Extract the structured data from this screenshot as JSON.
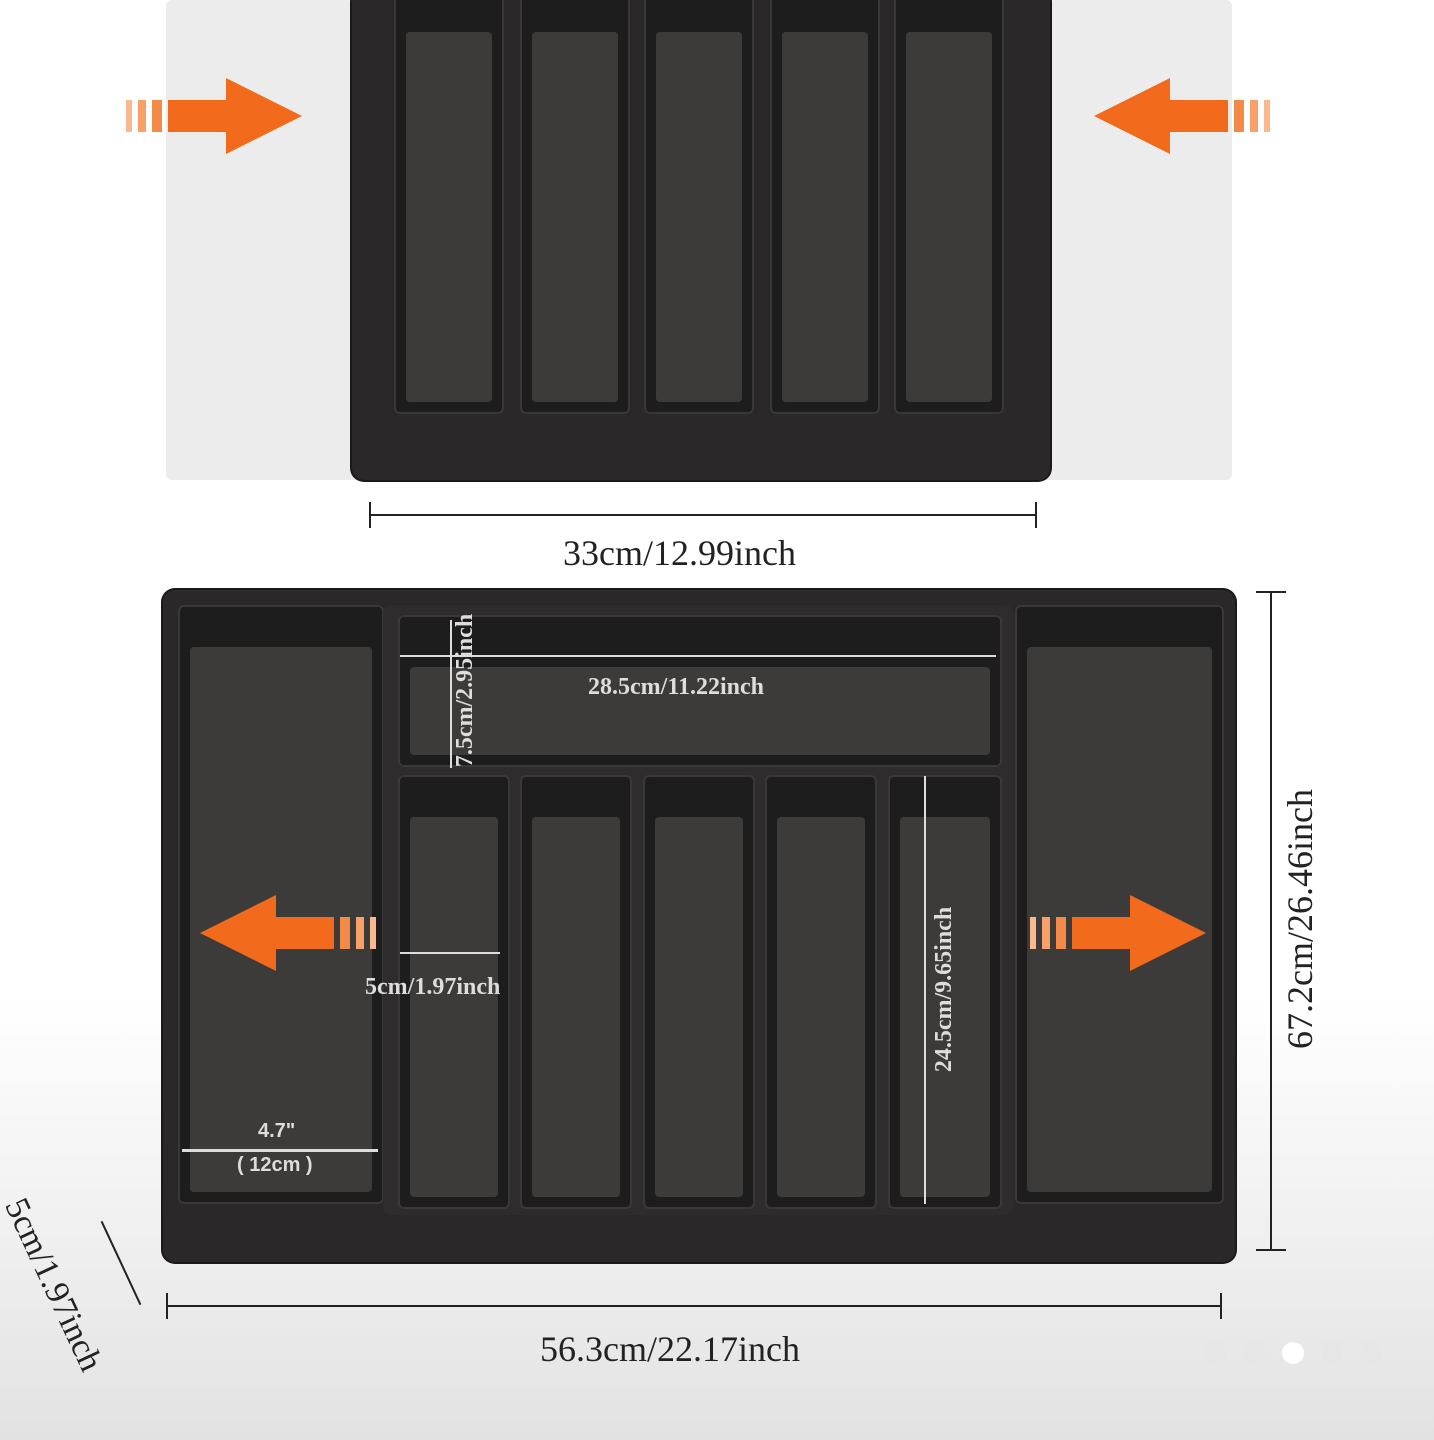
{
  "dimensions": {
    "top_width": "33cm/12.99inch",
    "bottom_width": "56.3cm/22.17inch",
    "height": "67.2cm/26.46inch",
    "depth": "5cm/1.97inch",
    "top_compartment_width": "28.5cm/11.22inch",
    "top_compartment_height": "7.5cm/2.95inch",
    "slot_width": "5cm/1.97inch",
    "slot_length": "24.5cm/9.65inch",
    "wing_width_in": "4.7\"",
    "wing_width_cm": "( 12cm )"
  },
  "carousel": {
    "total": 5,
    "active_index": 2
  },
  "colors": {
    "arrow": "#f26a1b",
    "tray": "#2a2829"
  }
}
